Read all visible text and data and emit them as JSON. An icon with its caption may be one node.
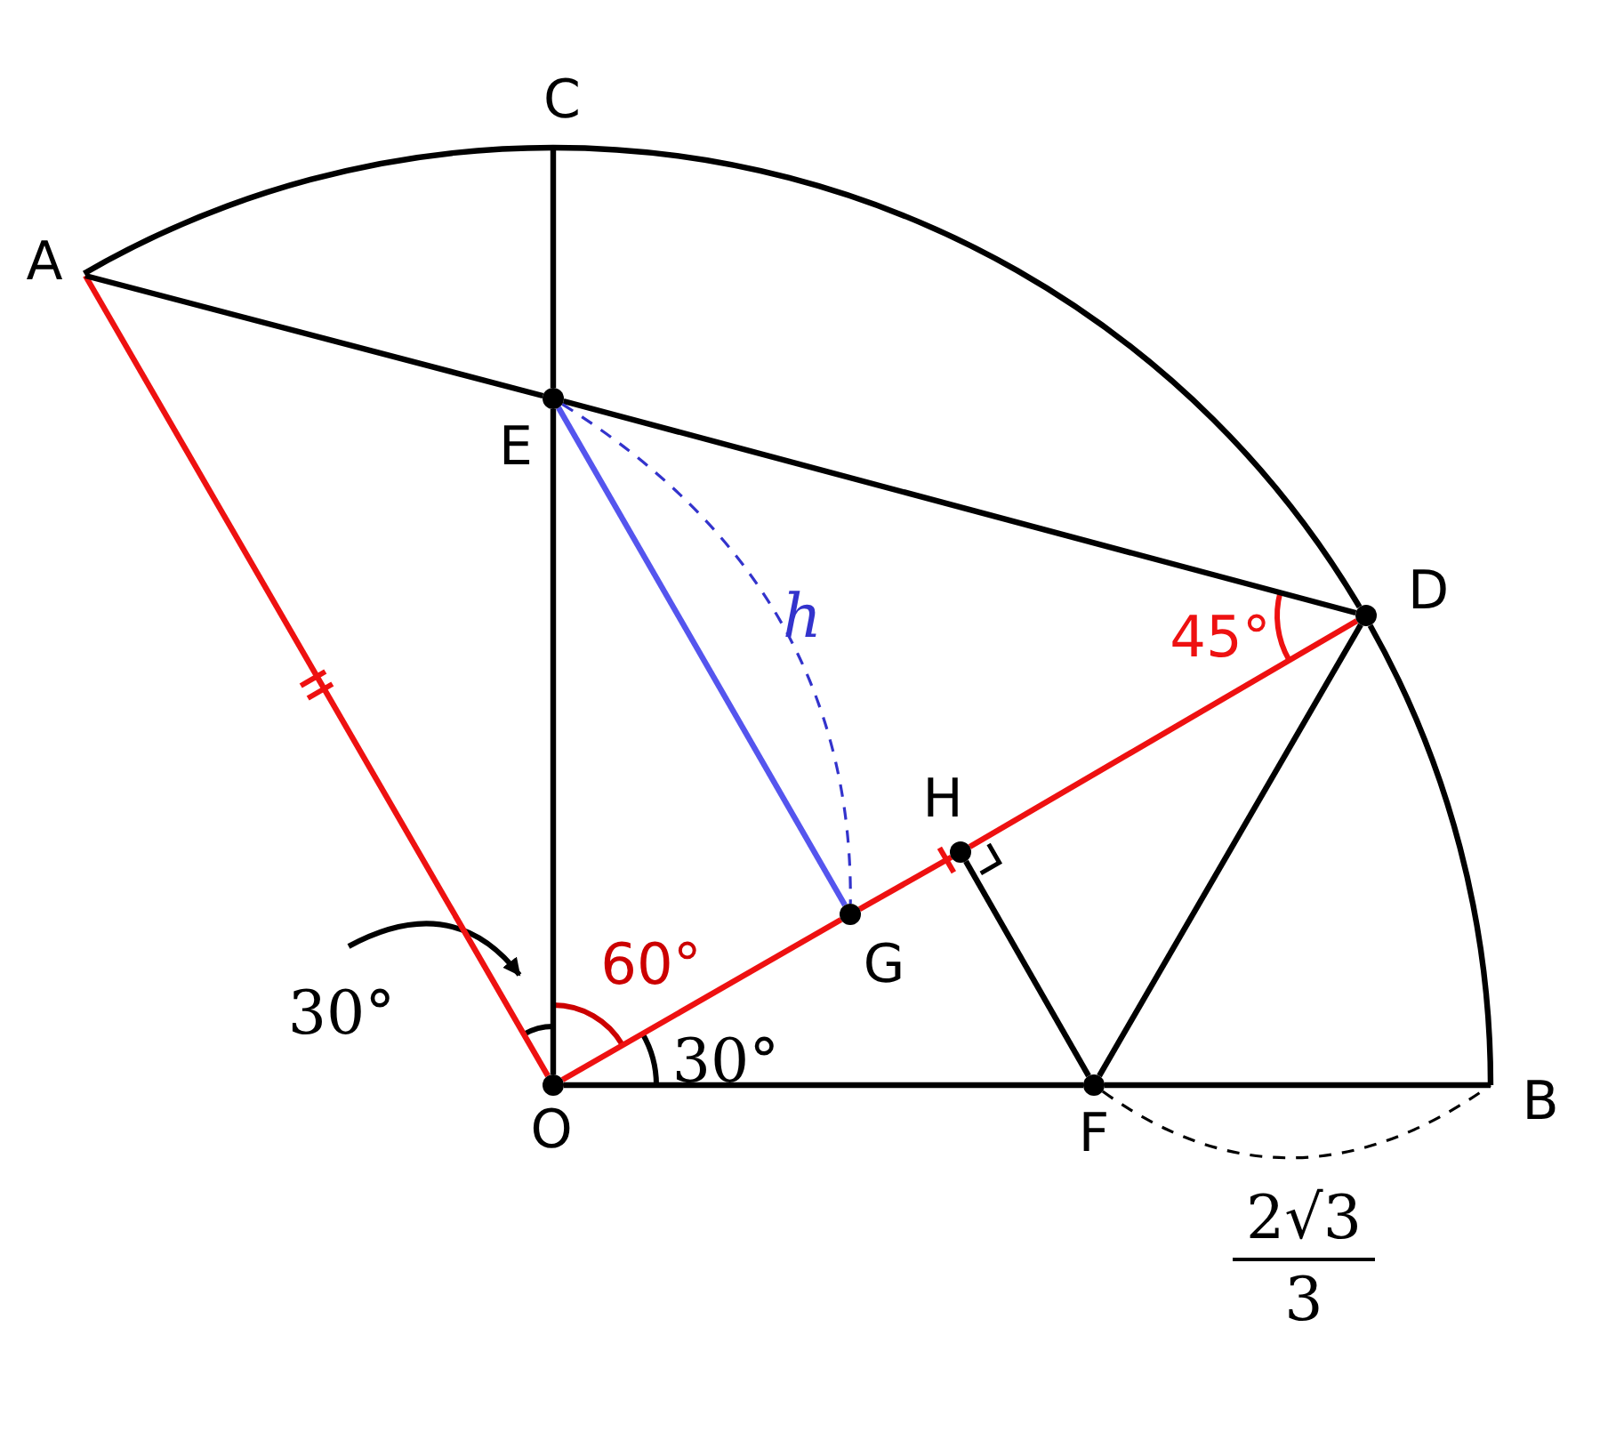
{
  "diagram": {
    "nodes": [
      {
        "text": [
          "C"
        ]
      },
      {
        "text": [
          "A"
        ]
      },
      {
        "text": [
          "E"
        ]
      },
      {
        "text": [
          "D"
        ]
      },
      {
        "text": [
          "H"
        ]
      },
      {
        "text": [
          "G"
        ]
      },
      {
        "text": [
          "O"
        ]
      },
      {
        "text": [
          "F"
        ]
      },
      {
        "text": [
          "B"
        ]
      }
    ],
    "edges": [
      {
        "from": 1,
        "to": 6,
        "arrow": "none",
        "color": "#ee1111"
      },
      {
        "from": 6,
        "to": 2,
        "arrow": "none"
      },
      {
        "from": 2,
        "to": 0,
        "arrow": "none"
      },
      {
        "from": 6,
        "to": 7,
        "arrow": "none"
      },
      {
        "from": 7,
        "to": 8,
        "arrow": "none"
      },
      {
        "from": 1,
        "to": 2,
        "arrow": "none"
      },
      {
        "from": 2,
        "to": 3,
        "arrow": "none"
      },
      {
        "from": 6,
        "to": 5,
        "arrow": "none",
        "color": "#ee1111"
      },
      {
        "from": 5,
        "to": 4,
        "arrow": "none",
        "color": "#ee1111"
      },
      {
        "from": 4,
        "to": 3,
        "arrow": "none",
        "color": "#ee1111"
      },
      {
        "from": 3,
        "to": 7,
        "arrow": "none"
      },
      {
        "from": 4,
        "to": 7,
        "arrow": "none"
      },
      {
        "from": 2,
        "to": 5,
        "arrow": "none",
        "color": "#5555ee"
      },
      {
        "from": 2,
        "to": 5,
        "arrow": "none",
        "style": "dashed",
        "color": "#3333cc",
        "label": "h"
      },
      {
        "from": 7,
        "to": 8,
        "arrow": "none",
        "style": "dashed",
        "label": "2√3 3"
      },
      {
        "from": 1,
        "to": 0,
        "arrow": "none"
      },
      {
        "from": 0,
        "to": 3,
        "arrow": "none"
      },
      {
        "from": 3,
        "to": 8,
        "arrow": "none"
      }
    ],
    "labels": [
      "45°",
      "60°",
      "30°",
      "30°"
    ]
  }
}
